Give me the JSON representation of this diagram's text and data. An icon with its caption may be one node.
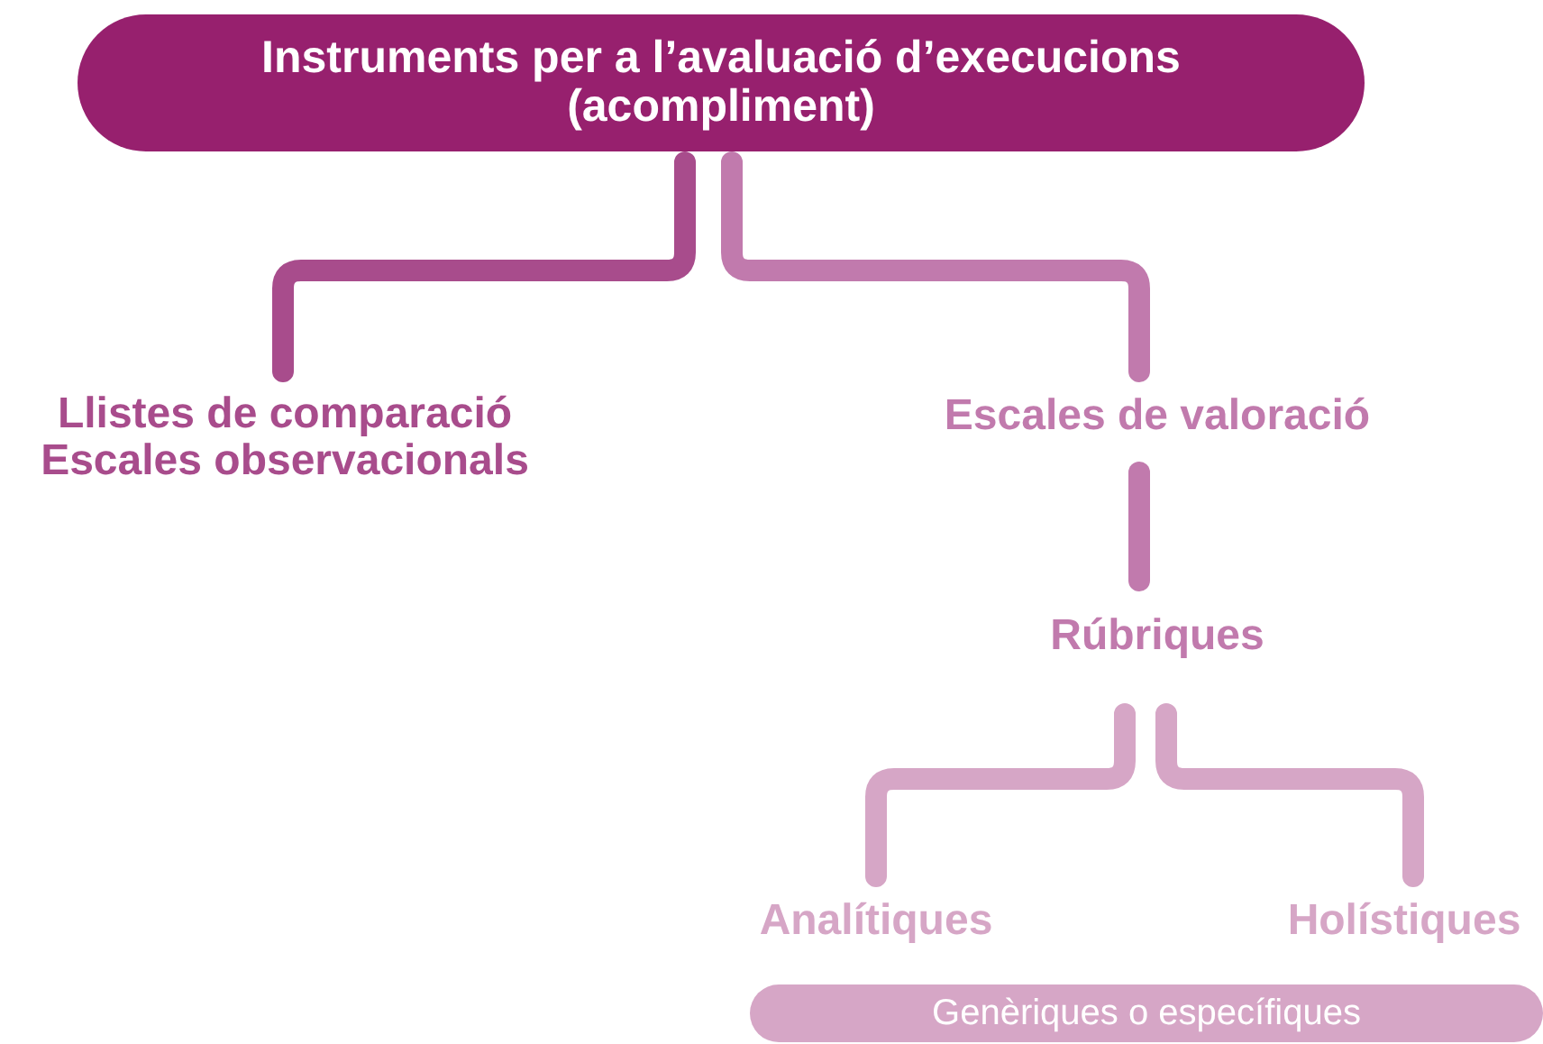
{
  "diagram": {
    "nodes": [
      {
        "text": [
          "Instruments per a l’avaluació d’execucions (acompliment)"
        ]
      },
      {
        "text": [
          "Llistes de comparació",
          "Escales observacionals"
        ]
      },
      {
        "text": [
          "Escales de valoració"
        ]
      },
      {
        "text": [
          "Rúbriques"
        ]
      },
      {
        "text": [
          "Analítiques"
        ]
      },
      {
        "text": [
          "Holístiques"
        ]
      },
      {
        "text": [
          "Genèriques o específiques"
        ]
      }
    ],
    "edges": [
      {
        "from": 0,
        "to": 1,
        "arrow": "none",
        "color": "#a84c8c"
      },
      {
        "from": 0,
        "to": 2,
        "arrow": "none",
        "color": "#c17aad"
      },
      {
        "from": 2,
        "to": 3,
        "arrow": "none",
        "color": "#c17aad"
      },
      {
        "from": 3,
        "to": 4,
        "arrow": "none",
        "color": "#d6a6c6"
      },
      {
        "from": 3,
        "to": 5,
        "arrow": "none",
        "color": "#d6a6c6"
      }
    ]
  }
}
